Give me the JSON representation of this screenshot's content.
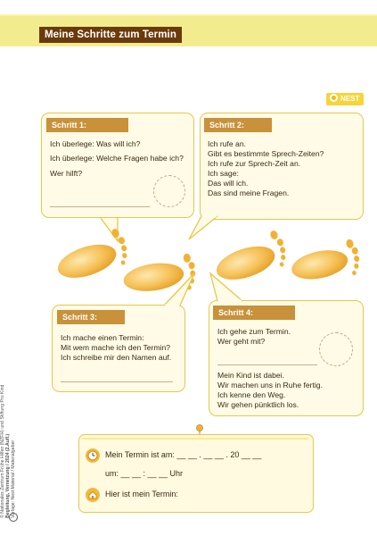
{
  "title": "Meine Schritte zum Termin",
  "logo": "NEST",
  "steps": [
    {
      "label": "Schritt 1:",
      "lines": [
        "Ich überlege: Was will ich?",
        "Ich überlege: Welche Fragen habe ich?",
        "Wer hilft?"
      ]
    },
    {
      "label": "Schritt 2:",
      "lines": [
        "Ich rufe an.",
        "Gibt es bestimmte Sprech-Zeiten?",
        "Ich rufe zur Sprech-Zeit an.",
        "Ich sage:",
        "Das will ich.",
        "Das sind meine Fragen."
      ]
    },
    {
      "label": "Schritt 3:",
      "lines": [
        "Ich mache einen Termin:",
        "Mit wem mache ich den Termin?",
        "Ich schreibe mir den Namen auf."
      ]
    },
    {
      "label": "Schritt 4:",
      "lines": [
        "Ich gehe zum Termin.",
        "Wer geht mit?"
      ],
      "lines2": [
        "Mein Kind ist dabei.",
        "Wir machen uns in Ruhe fertig.",
        "Ich kenne den Weg.",
        "Wir gehen pünktlich los."
      ]
    }
  ],
  "termin": {
    "line1": "Mein Termin ist am:  __ __ . __ __ . 20 __ __",
    "line2": "um: __ __ : __ __ Uhr",
    "line3": "Hier ist mein Termin:"
  },
  "side_text": {
    "line1": "© Nationales Zentrum Frühe Hilfen (NZFH) und Stiftung Pro Kind",
    "line2": "Begleitung, Vernetzung / 2024 (2.Aufl.)",
    "line3": "Vorlage: Nest Material / Materialgeber"
  },
  "colors": {
    "title_bg": "#6b3a0c",
    "badge_bg": "#c8913a",
    "bubble_bg": "#fffbe6",
    "bubble_border": "#e8c64a",
    "foot": "#f2b133",
    "top_band": "#f3ec8e"
  },
  "icons": [
    "clock-icon",
    "house-icon",
    "pin-icon",
    "nest-logo-icon",
    "footprint-icon"
  ]
}
